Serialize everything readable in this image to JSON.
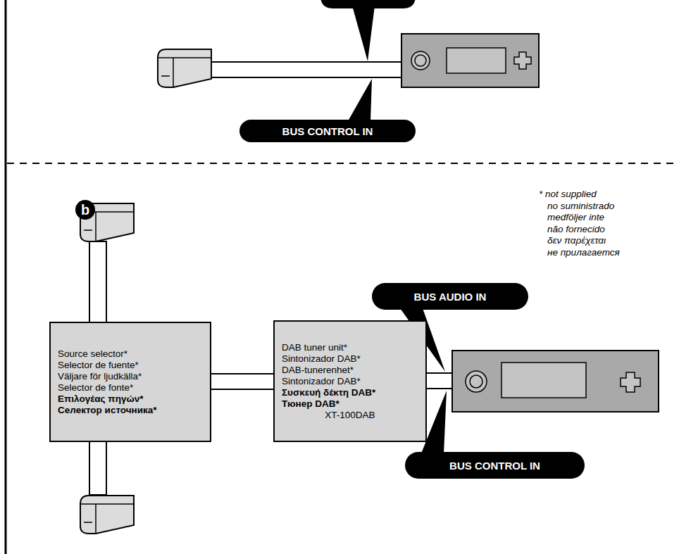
{
  "diagram": {
    "nodes": [
      {
        "text": [
          "BUS CONTROL IN"
        ]
      },
      {
        "text": [
          "b"
        ]
      },
      {
        "text": [
          "BUS AUDIO IN"
        ]
      },
      {
        "text": [
          "Source selector*",
          "Selector de fuente*",
          "Väljare för ljudkälla*",
          "Selector de fonte*",
          "Επιλογέας πηγών*",
          "Селектор источника*"
        ]
      },
      {
        "text": [
          "DAB tuner unit*",
          "Sintonizador DAB*",
          "DAB-tunerenhet*",
          "Sintonizador DAB*",
          "Συσκευή δέκτη DAB*",
          "Тюнер DAB*",
          "XT-100DAB"
        ]
      },
      {
        "text": [
          "BUS CONTROL IN"
        ]
      }
    ],
    "edges": [
      {
        "from": 3,
        "to": 4,
        "arrow": "none"
      }
    ],
    "labels": [
      "* not supplied",
      "no suministrado",
      "medföljer inte",
      "não fornecido",
      "δεν παρέχεται",
      "не прилагается"
    ]
  }
}
